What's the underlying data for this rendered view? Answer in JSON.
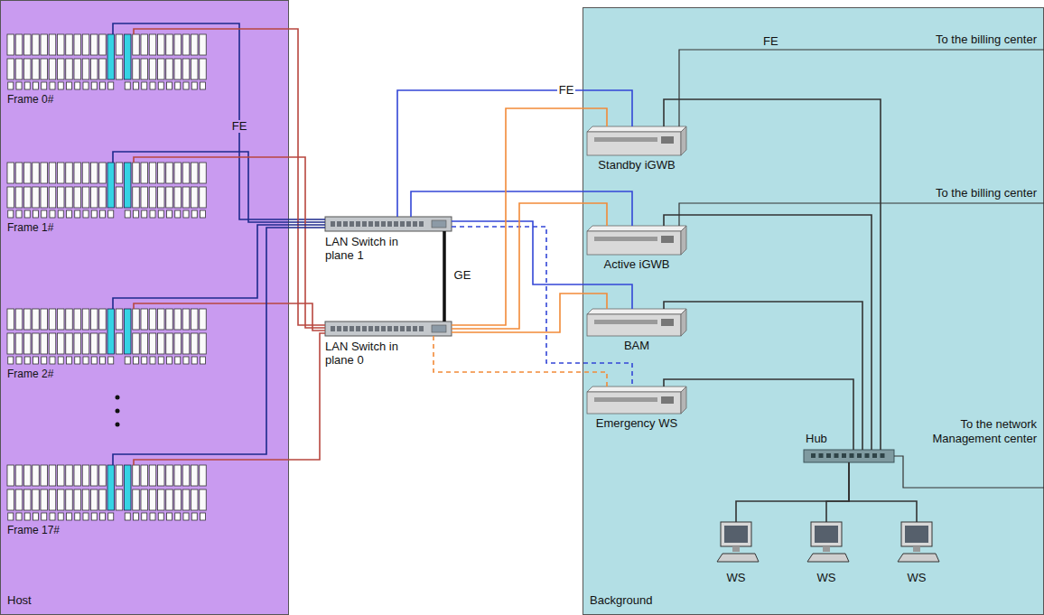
{
  "diagram": {
    "nodes": [
      {
        "text": [
          "Host"
        ]
      },
      {
        "text": [
          "Frame 0#"
        ],
        "in": 0
      },
      {
        "text": [
          "Frame 1#"
        ],
        "in": 0
      },
      {
        "text": [
          "Frame 2#"
        ],
        "in": 0
      },
      {
        "text": [
          "Frame 17#"
        ],
        "in": 0
      },
      {
        "text": [
          "Background"
        ]
      },
      {
        "text": [
          "LAN Switch in plane 1"
        ]
      },
      {
        "text": [
          "LAN Switch in plane 0"
        ]
      },
      {
        "text": [
          "Standby iGWB"
        ],
        "in": 5
      },
      {
        "text": [
          "Active iGWB"
        ],
        "in": 5
      },
      {
        "text": [
          "BAM"
        ],
        "in": 5
      },
      {
        "text": [
          "Emergency WS"
        ],
        "in": 5
      },
      {
        "text": [
          "Hub"
        ],
        "in": 5
      },
      {
        "text": [
          "WS"
        ],
        "in": 5
      },
      {
        "text": [
          "WS"
        ],
        "in": 5
      },
      {
        "text": [
          "WS"
        ],
        "in": 5
      }
    ],
    "edges": [
      {
        "from": 1,
        "to": 6,
        "arrow": "none",
        "label": "FE"
      },
      {
        "from": 1,
        "to": 7,
        "arrow": "none"
      },
      {
        "from": 2,
        "to": 6,
        "arrow": "none"
      },
      {
        "from": 2,
        "to": 7,
        "arrow": "none"
      },
      {
        "from": 3,
        "to": 6,
        "arrow": "none"
      },
      {
        "from": 3,
        "to": 7,
        "arrow": "none"
      },
      {
        "from": 4,
        "to": 6,
        "arrow": "none"
      },
      {
        "from": 4,
        "to": 7,
        "arrow": "none"
      },
      {
        "from": 6,
        "to": 7,
        "arrow": "none",
        "label": "GE"
      },
      {
        "from": 6,
        "to": 8,
        "arrow": "none",
        "label": "FE"
      },
      {
        "from": 6,
        "to": 9,
        "arrow": "none"
      },
      {
        "from": 6,
        "to": 10,
        "arrow": "none"
      },
      {
        "from": 6,
        "to": 11,
        "arrow": "none"
      },
      {
        "from": 7,
        "to": 8,
        "arrow": "none"
      },
      {
        "from": 7,
        "to": 9,
        "arrow": "none"
      },
      {
        "from": 7,
        "to": 10,
        "arrow": "none"
      },
      {
        "from": 7,
        "to": 11,
        "arrow": "none"
      },
      {
        "from": 8,
        "to": 12,
        "arrow": "none"
      },
      {
        "from": 9,
        "to": 12,
        "arrow": "none"
      },
      {
        "from": 10,
        "to": 12,
        "arrow": "none"
      },
      {
        "from": 11,
        "to": 12,
        "arrow": "none"
      },
      {
        "from": 12,
        "to": 13,
        "arrow": "none"
      },
      {
        "from": 12,
        "to": 14,
        "arrow": "none"
      },
      {
        "from": 12,
        "to": 15,
        "arrow": "none"
      }
    ],
    "labels": [
      "FE",
      "To the billing center",
      "To the billing center",
      "To the network Management center"
    ]
  }
}
